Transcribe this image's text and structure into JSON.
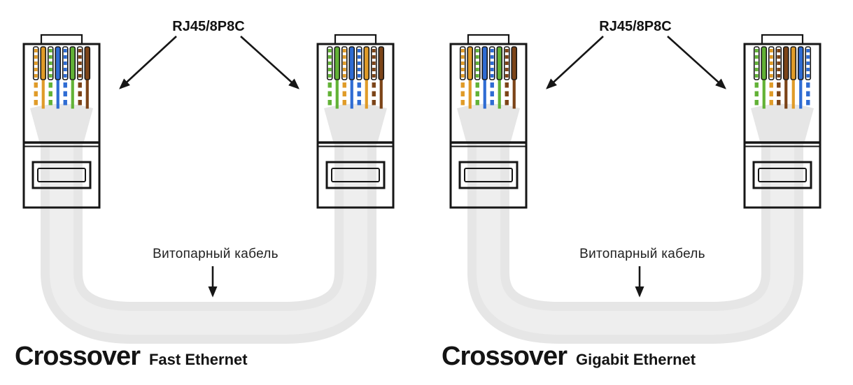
{
  "page": {
    "background": "#ffffff"
  },
  "connector_label": "RJ45/8P8C",
  "cable_label": "Витопарный кабель",
  "colors": {
    "orange": "#e09b28",
    "green": "#62b236",
    "blue": "#2f6cd3",
    "brown": "#7c4418",
    "white": "#ffffff",
    "cable": "#e6e6e6",
    "cable_highlight": "#eeeeee",
    "outline": "#161616",
    "text": "#121212"
  },
  "diagrams": [
    {
      "id": "fast-ethernet",
      "title": "Crossover",
      "subtitle": "Fast Ethernet",
      "left_connector": {
        "pins": [
          "white-orange",
          "orange",
          "white-green",
          "blue",
          "white-blue",
          "green",
          "white-brown",
          "brown"
        ]
      },
      "right_connector": {
        "pins": [
          "white-green",
          "green",
          "white-orange",
          "blue",
          "white-blue",
          "orange",
          "white-brown",
          "brown"
        ]
      }
    },
    {
      "id": "gigabit-ethernet",
      "title": "Crossover",
      "subtitle": "Gigabit Ethernet",
      "left_connector": {
        "pins": [
          "white-orange",
          "orange",
          "white-green",
          "blue",
          "white-blue",
          "green",
          "white-brown",
          "brown"
        ]
      },
      "right_connector": {
        "pins": [
          "white-green",
          "green",
          "white-orange",
          "white-brown",
          "brown",
          "orange",
          "blue",
          "white-blue"
        ]
      }
    }
  ]
}
